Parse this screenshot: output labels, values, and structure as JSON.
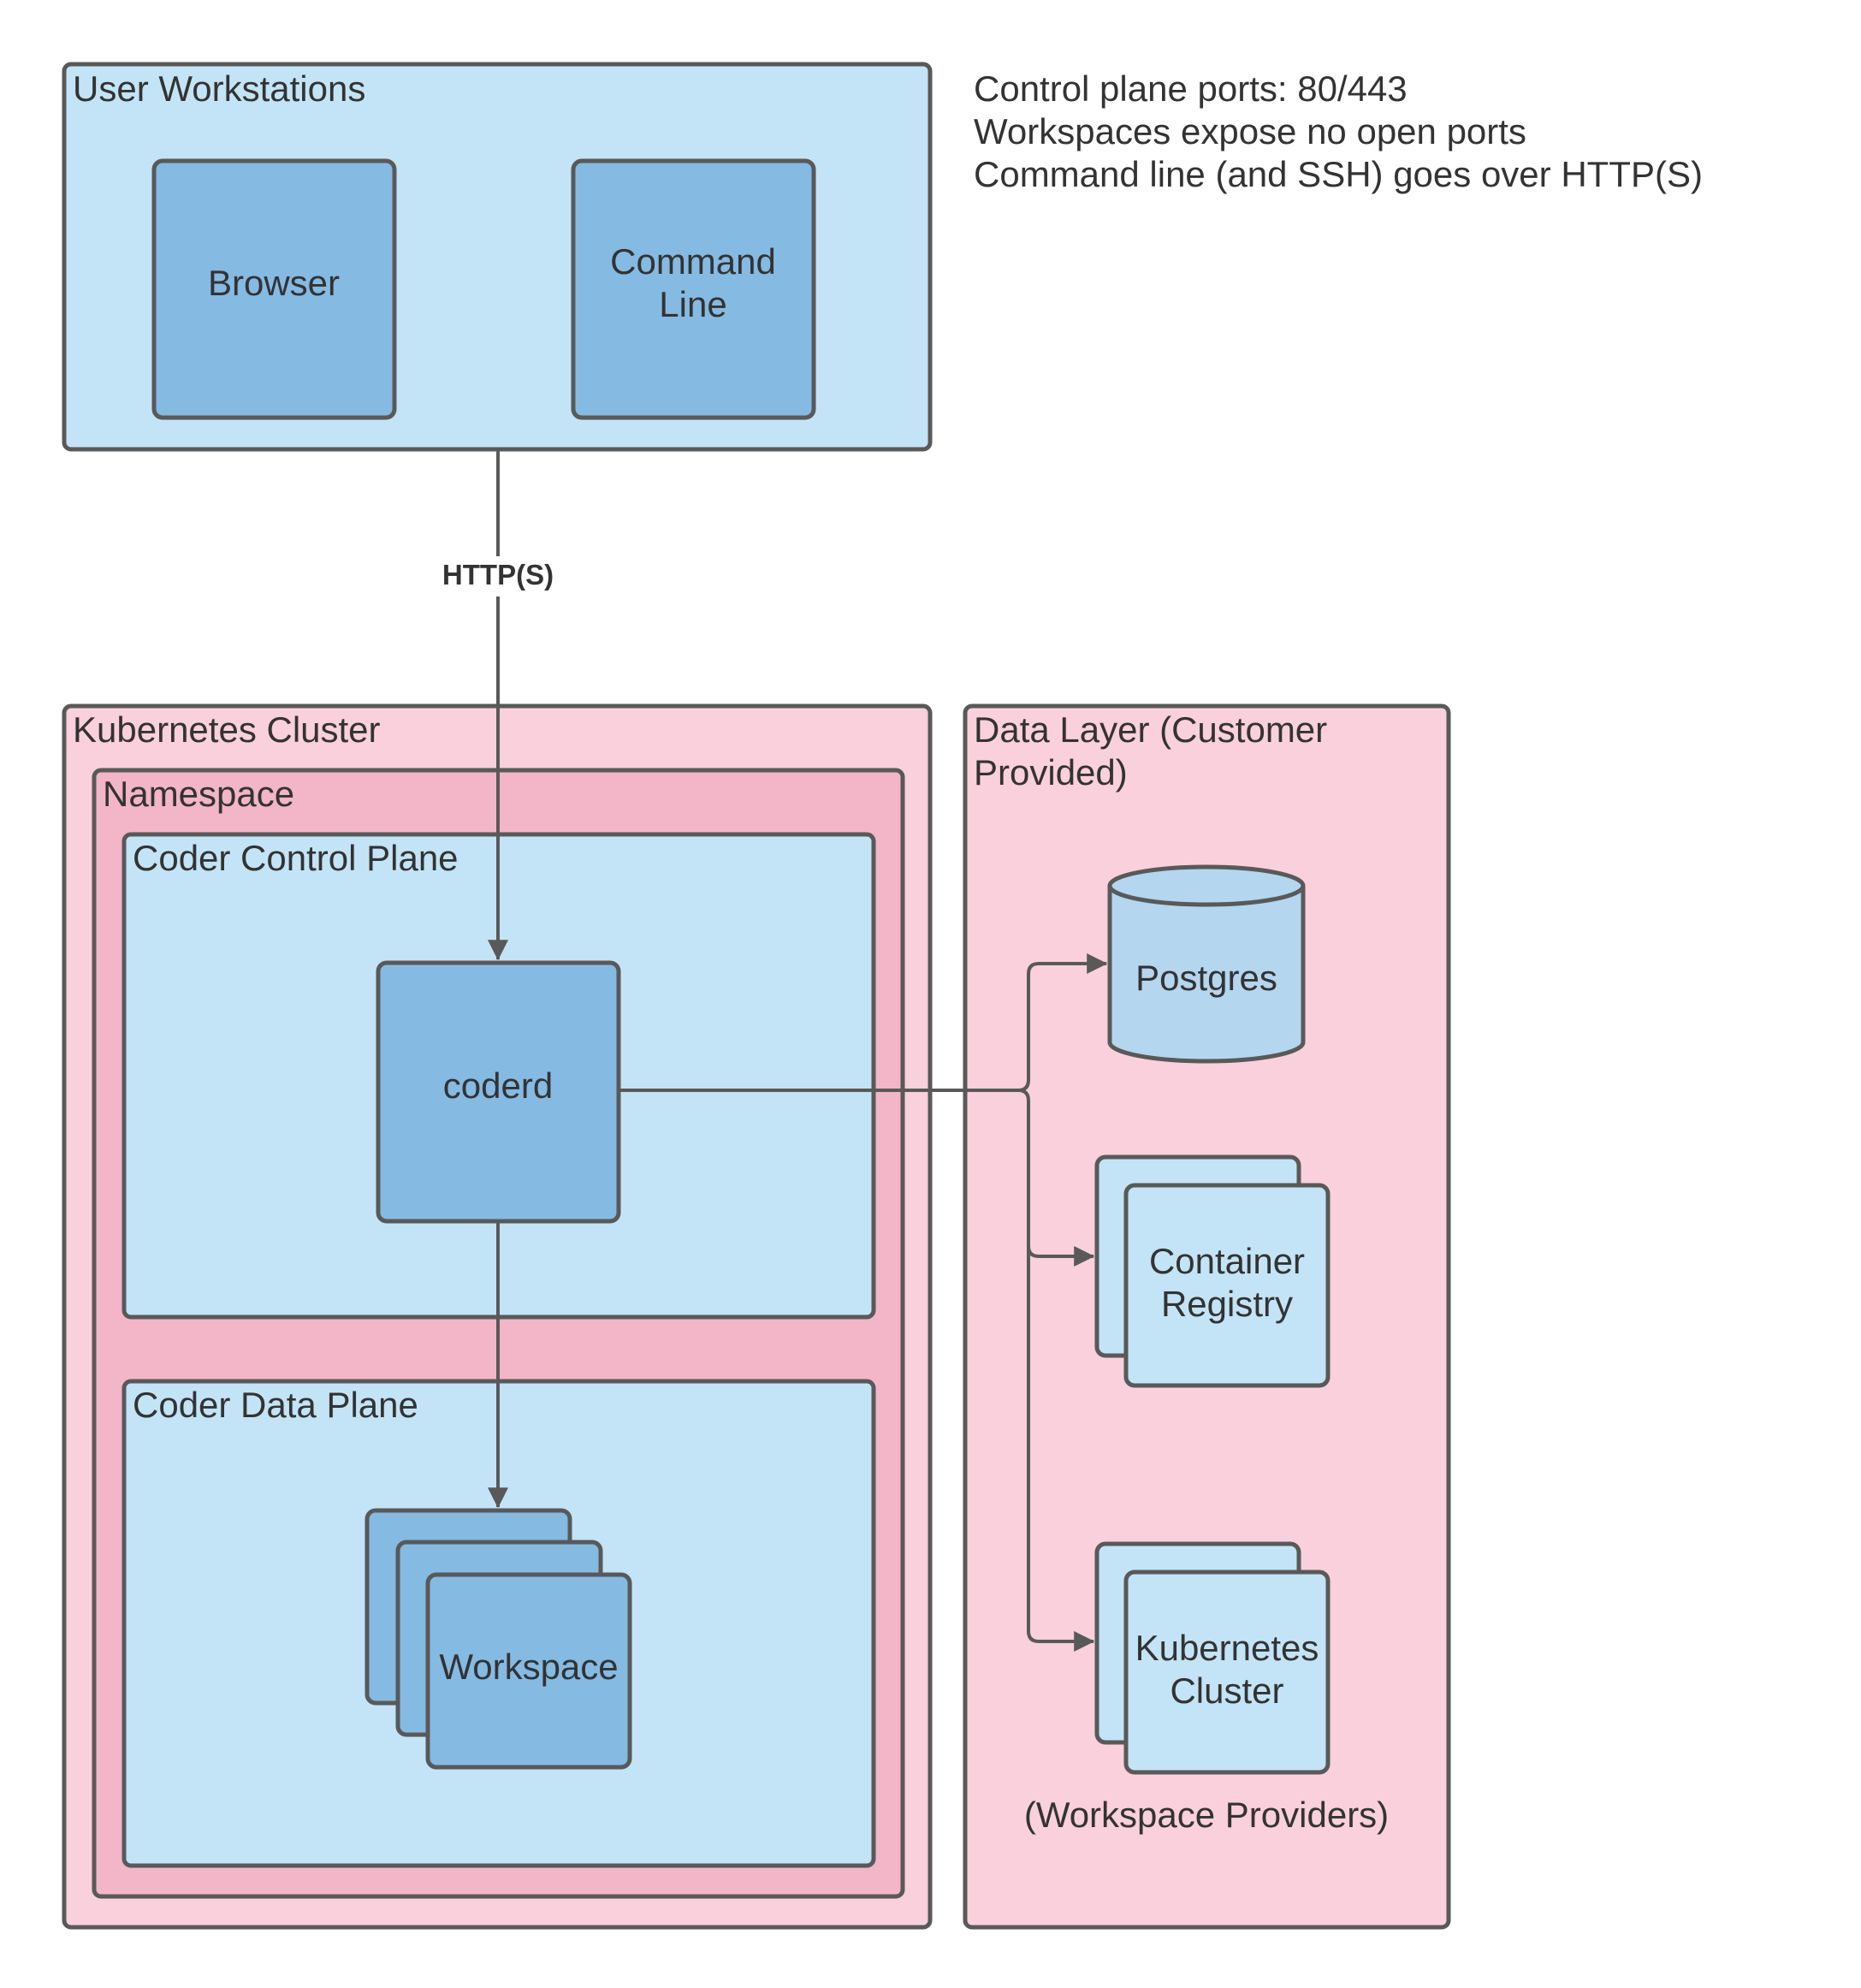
{
  "notes": [
    "Control plane ports: 80/443",
    "Workspaces expose no open ports",
    "Command line (and SSH) goes over HTTP(S)"
  ],
  "groups": {
    "user_workstations": "User Workstations",
    "kubernetes_cluster": "Kubernetes Cluster",
    "namespace": "Namespace",
    "control_plane": "Coder Control Plane",
    "data_plane": "Coder Data Plane",
    "data_layer": [
      "Data Layer (Customer",
      "Provided)"
    ]
  },
  "nodes": {
    "browser": "Browser",
    "command_line": [
      "Command",
      "Line"
    ],
    "coderd": "coderd",
    "workspace": "Workspace",
    "postgres": "Postgres",
    "container_registry": [
      "Container",
      "Registry"
    ],
    "kubernetes_cluster": [
      "Kubernetes",
      "Cluster"
    ]
  },
  "edges": {
    "http_label": "HTTP(S)"
  },
  "captions": {
    "workspace_providers": "(Workspace Providers)"
  },
  "colors": {
    "light_blue": "#c3e4f6",
    "mid_blue": "#85bae3",
    "cylinder_blue": "#b4d6ef",
    "light_pink": "#f9d0dc",
    "mid_pink": "#f3b5c8",
    "stroke": "#595959",
    "text": "#333333"
  }
}
